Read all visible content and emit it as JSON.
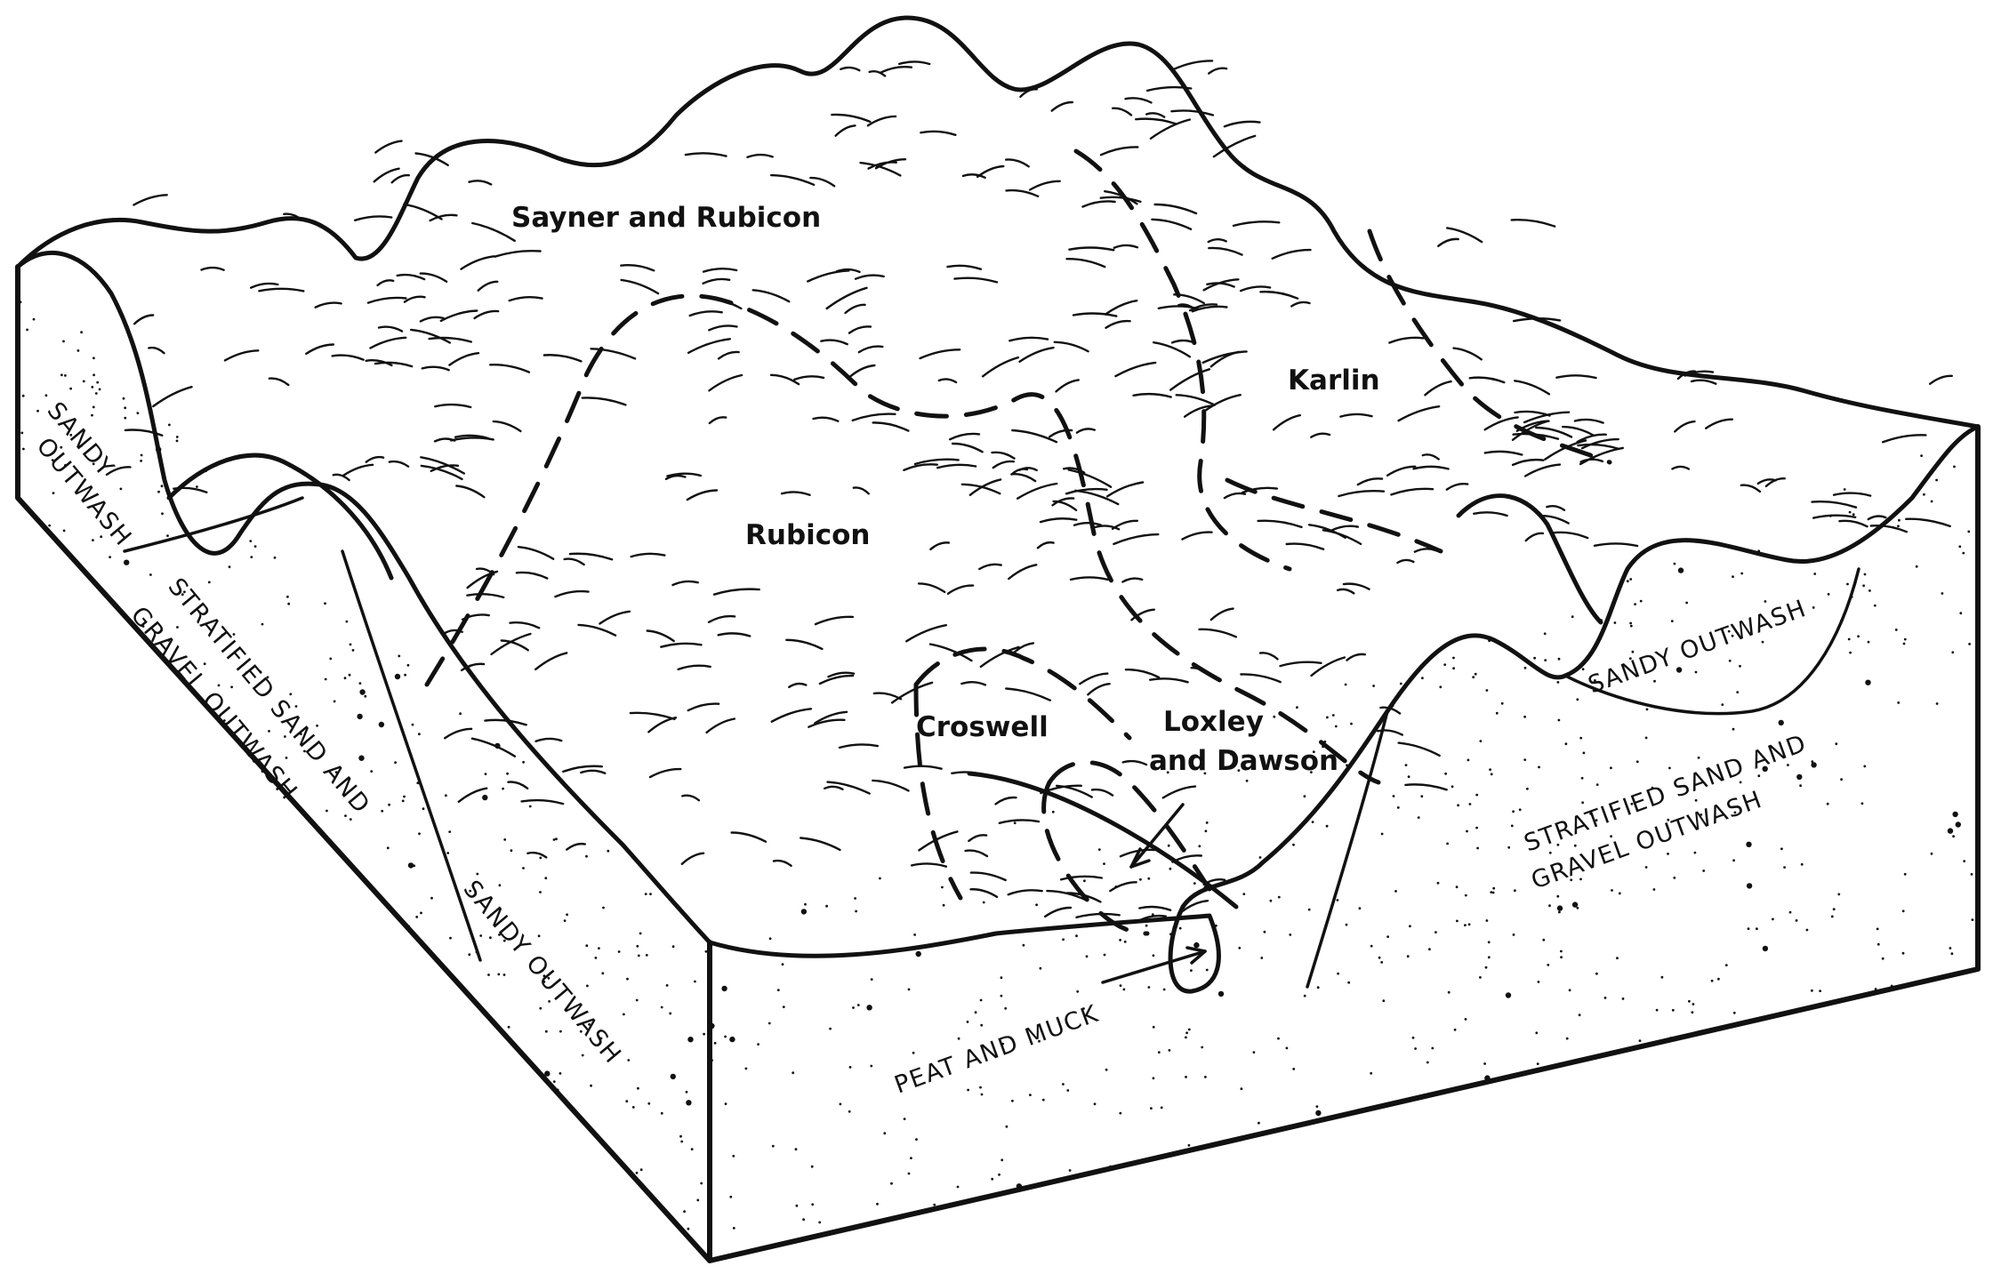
{
  "diagram": {
    "soil_labels": {
      "sayner_rubicon": "Sayner and Rubicon",
      "karlin": "Karlin",
      "rubicon": "Rubicon",
      "croswell": "Croswell",
      "loxley_line1": "Loxley",
      "loxley_line2": "and Dawson"
    },
    "material_labels": {
      "sandy_left_line1": "SANDY",
      "sandy_left_line2": "OUTWASH",
      "strat_left_line1": "STRATIFIED SAND AND",
      "strat_left_line2": "GRAVEL OUTWASH",
      "sandy_front": "SANDY OUTWASH",
      "peat_muck": "PEAT AND MUCK",
      "sandy_right": "SANDY OUTWASH",
      "strat_right_line1": "STRATIFIED SAND AND",
      "strat_right_line2": "GRAVEL OUTWASH"
    },
    "colors": {
      "ink": "#111111",
      "paper": "#ffffff"
    }
  }
}
